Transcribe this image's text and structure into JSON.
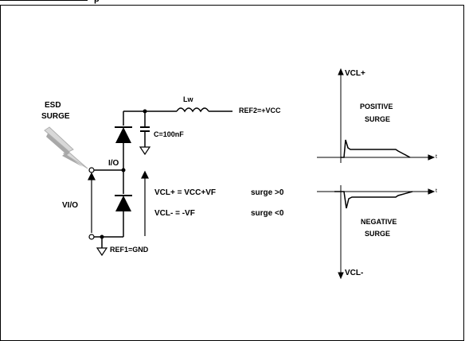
{
  "header": {
    "partial_title": "p"
  },
  "circuit": {
    "esd_line1": "ESD",
    "esd_line2": "SURGE",
    "inductor": "Lw",
    "ref2": "REF2=+VCC",
    "capacitor": "C=100nF",
    "io": "I/O",
    "vio": "VI/O",
    "ref1": "REF1=GND"
  },
  "equations": {
    "vcl_plus": "VCL+ = VCC+VF",
    "cond_plus": "surge >0",
    "vcl_minus": "VCL- = -VF",
    "cond_minus": "surge <0"
  },
  "waveforms": {
    "top_axis": "VCL+",
    "positive_line1": "POSITIVE",
    "positive_line2": "SURGE",
    "bottom_axis": "VCL-",
    "negative_line1": "NEGATIVE",
    "negative_line2": "SURGE",
    "t_label": "t"
  },
  "colors": {
    "line": "#000000",
    "bolt_light": "#e0e0e0",
    "bolt_dark": "#9a9a9a"
  }
}
